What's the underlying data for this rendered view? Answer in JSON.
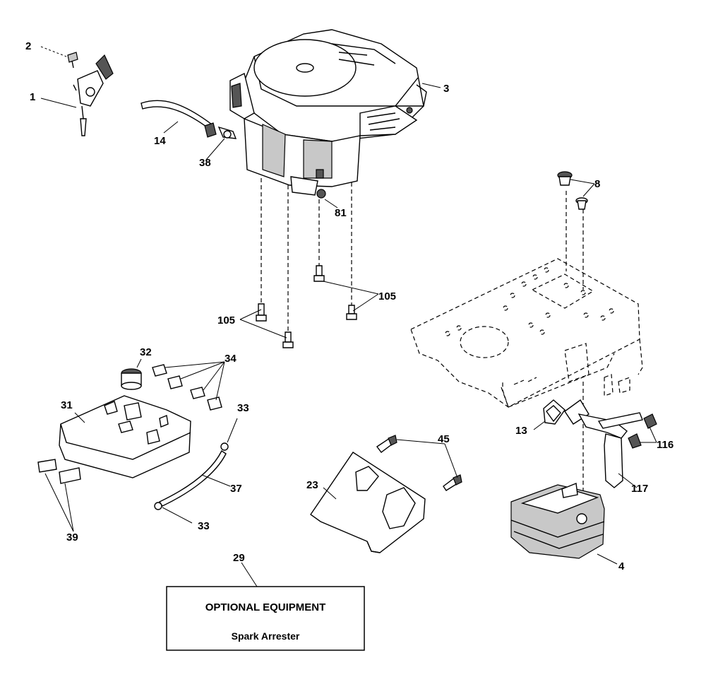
{
  "callouts": {
    "c1": "1",
    "c2": "2",
    "c3": "3",
    "c4": "4",
    "c8": "8",
    "c13": "13",
    "c14": "14",
    "c23": "23",
    "c29": "29",
    "c31": "31",
    "c32": "32",
    "c33a": "33",
    "c33b": "33",
    "c34": "34",
    "c37": "37",
    "c38": "38",
    "c39": "39",
    "c45": "45",
    "c81": "81",
    "c105a": "105",
    "c105b": "105",
    "c116": "116",
    "c117": "117"
  },
  "optional_box": {
    "title": "OPTIONAL EQUIPMENT",
    "subtitle": "Spark Arrester"
  }
}
